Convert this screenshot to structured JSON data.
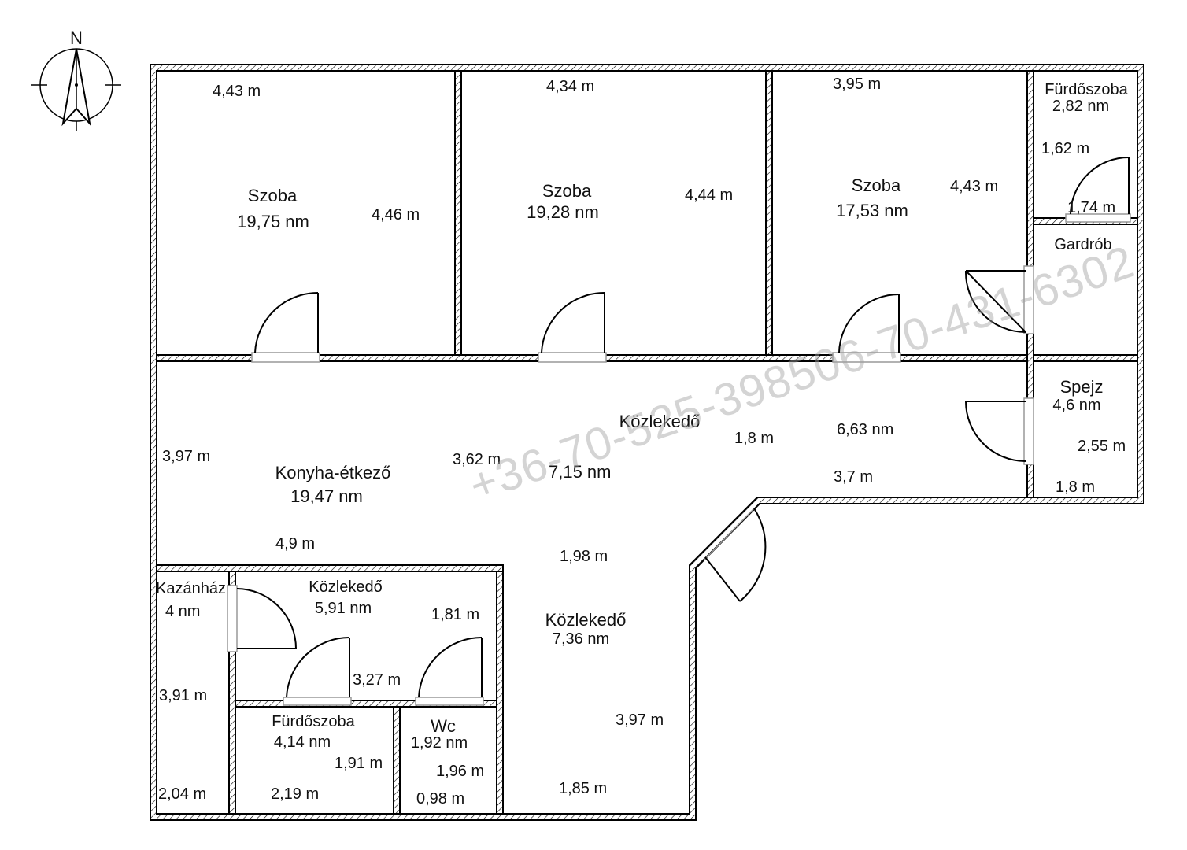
{
  "compass": {
    "label": "N"
  },
  "watermark": "+36-70-525-398506-70-431-6302",
  "rooms": {
    "szoba1": {
      "name": "Szoba",
      "area": "19,75 nm",
      "dim_width": "4,43 m",
      "dim_height": "4,46 m"
    },
    "szoba2": {
      "name": "Szoba",
      "area": "19,28 nm",
      "dim_width": "4,34 m",
      "dim_height": "4,44 m"
    },
    "szoba3": {
      "name": "Szoba",
      "area": "17,53 nm",
      "dim_width": "3,95 m",
      "dim_height": "4,43 m"
    },
    "furdo_top": {
      "name": "Fürdőszoba",
      "area": "2,82 nm",
      "dim_a": "1,62 m",
      "dim_b": "1,74 m"
    },
    "gardrob": {
      "name": "Gardrób"
    },
    "spejz": {
      "name": "Spejz",
      "area": "4,6 nm",
      "dim_a": "2,55 m",
      "dim_b": "1,8 m"
    },
    "kozlekedo_top": {
      "name": "Közlekedő",
      "area": "6,63 nm",
      "dim_a": "1,8 m",
      "dim_b": "3,7 m"
    },
    "konyha": {
      "name": "Konyha-étkező",
      "area": "19,47 nm",
      "dim_a": "3,97 m",
      "dim_b": "4,9 m"
    },
    "kozlekedo_mid": {
      "area": "7,15 nm",
      "dim_a": "3,62 m",
      "dim_b": "1,98 m"
    },
    "kozlekedo_bottom": {
      "name": "Közlekedő",
      "area": "7,36 nm",
      "dim_a": "3,97 m",
      "dim_b": "1,85 m"
    },
    "kazanhaz": {
      "name": "Kazánház",
      "area": "4 nm",
      "dim_a": "3,91 m",
      "dim_b": "2,04 m"
    },
    "kozlekedo_small": {
      "name": "Közlekedő",
      "area": "5,91 nm",
      "dim_a": "1,81 m",
      "dim_b": "3,27 m"
    },
    "furdo_bottom": {
      "name": "Fürdőszoba",
      "area": "4,14 nm",
      "dim_a": "1,91 m",
      "dim_b": "2,19 m"
    },
    "wc": {
      "name": "Wc",
      "area": "1,92 nm",
      "dim_a": "1,96 m",
      "dim_b": "0,98 m"
    }
  }
}
